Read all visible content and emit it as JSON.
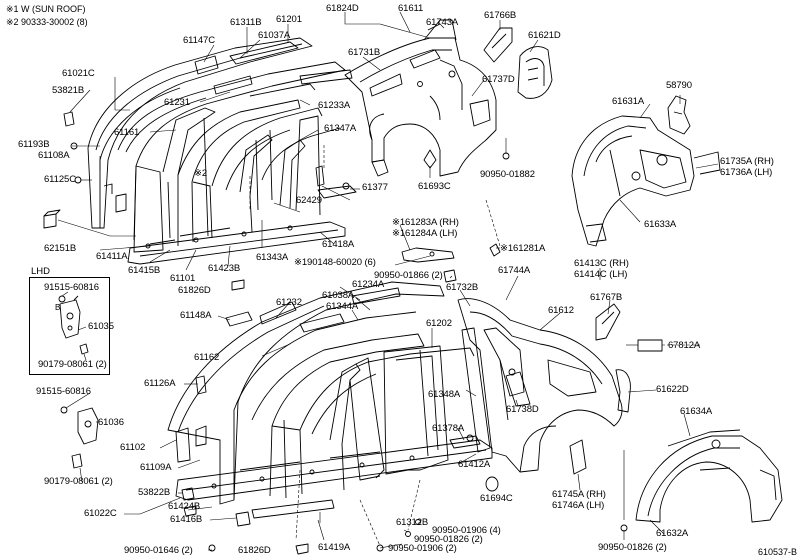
{
  "notes": {
    "n1": "※1  W (SUN ROOF)",
    "n2": "※2  90333-30002 (8)",
    "lhd": "LHD",
    "code": "610537-B"
  },
  "labels": [
    {
      "id": "l61201",
      "text": "61201"
    },
    {
      "id": "l61311B",
      "text": "61311B"
    },
    {
      "id": "l61037A",
      "text": "61037A"
    },
    {
      "id": "l61147C",
      "text": "61147C"
    },
    {
      "id": "l61021C",
      "text": "61021C"
    },
    {
      "id": "l53821B",
      "text": "53821B"
    },
    {
      "id": "l61231",
      "text": "61231"
    },
    {
      "id": "l61161",
      "text": "61161"
    },
    {
      "id": "l61193B",
      "text": "61193B"
    },
    {
      "id": "l61108A",
      "text": "61108A"
    },
    {
      "id": "l61125C",
      "text": "61125C"
    },
    {
      "id": "l62151B",
      "text": "62151B"
    },
    {
      "id": "l61411A",
      "text": "61411A"
    },
    {
      "id": "l61415B",
      "text": "61415B"
    },
    {
      "id": "l61101",
      "text": "61101"
    },
    {
      "id": "l61423B",
      "text": "61423B"
    },
    {
      "id": "l61343A",
      "text": "61343A"
    },
    {
      "id": "l61826D_a",
      "text": "61826D"
    },
    {
      "id": "l61824D",
      "text": "61824D"
    },
    {
      "id": "l61611",
      "text": "61611"
    },
    {
      "id": "l61743A",
      "text": "61743A"
    },
    {
      "id": "l61731B",
      "text": "61731B"
    },
    {
      "id": "l61233A",
      "text": "61233A"
    },
    {
      "id": "l61347A",
      "text": "61347A"
    },
    {
      "id": "l61737D",
      "text": "61737D"
    },
    {
      "id": "l61766B",
      "text": "61766B"
    },
    {
      "id": "l61621D",
      "text": "61621D"
    },
    {
      "id": "l58790",
      "text": "58790"
    },
    {
      "id": "l61631A",
      "text": "61631A"
    },
    {
      "id": "l61735A",
      "text": "61735A (RH)"
    },
    {
      "id": "l61736A",
      "text": "61736A (LH)"
    },
    {
      "id": "l90950_01882",
      "text": "90950-01882"
    },
    {
      "id": "l61693C",
      "text": "61693C"
    },
    {
      "id": "l61377",
      "text": "61377"
    },
    {
      "id": "l62429",
      "text": "62429"
    },
    {
      "id": "l61418A",
      "text": "61418A"
    },
    {
      "id": "l61633A",
      "text": "61633A"
    },
    {
      "id": "l161283A",
      "text": "※161283A (RH)"
    },
    {
      "id": "l161284A",
      "text": "※161284A (LH)"
    },
    {
      "id": "l161281A",
      "text": "※161281A"
    },
    {
      "id": "l190148",
      "text": "※190148-60020 (6)"
    },
    {
      "id": "l90950_01866",
      "text": "90950-01866 (2)"
    },
    {
      "id": "l61744A",
      "text": "61744A"
    },
    {
      "id": "l61413C",
      "text": "61413C (RH)"
    },
    {
      "id": "l61414C",
      "text": "61414C (LH)"
    },
    {
      "id": "l61234A",
      "text": "61234A"
    },
    {
      "id": "l61038A",
      "text": "61038A"
    },
    {
      "id": "l61732B",
      "text": "61732B"
    },
    {
      "id": "l61232",
      "text": "61232"
    },
    {
      "id": "l61344A",
      "text": "61344A"
    },
    {
      "id": "l61148A",
      "text": "61148A"
    },
    {
      "id": "l61202",
      "text": "61202"
    },
    {
      "id": "l61612",
      "text": "61612"
    },
    {
      "id": "l61767B",
      "text": "61767B"
    },
    {
      "id": "l67812A",
      "text": "67812A"
    },
    {
      "id": "l91515_60816_a",
      "text": "91515-60816"
    },
    {
      "id": "l61035",
      "text": "61035"
    },
    {
      "id": "l90179_08061_a",
      "text": "90179-08061 (2)"
    },
    {
      "id": "l61162",
      "text": "61162"
    },
    {
      "id": "l61126A",
      "text": "61126A"
    },
    {
      "id": "l91515_60816_b",
      "text": "91515-60816"
    },
    {
      "id": "l61036",
      "text": "61036"
    },
    {
      "id": "l61348A",
      "text": "61348A"
    },
    {
      "id": "l61738D",
      "text": "61738D"
    },
    {
      "id": "l61622D",
      "text": "61622D"
    },
    {
      "id": "l61634A",
      "text": "61634A"
    },
    {
      "id": "l61378A",
      "text": "61378A"
    },
    {
      "id": "l61102",
      "text": "61102"
    },
    {
      "id": "l61109A",
      "text": "61109A"
    },
    {
      "id": "l61412A",
      "text": "61412A"
    },
    {
      "id": "l90179_08061_b",
      "text": "90179-08061 (2)"
    },
    {
      "id": "l53822B",
      "text": "53822B"
    },
    {
      "id": "l61424B",
      "text": "61424B"
    },
    {
      "id": "l61694C",
      "text": "61694C"
    },
    {
      "id": "l61745A",
      "text": "61745A (RH)"
    },
    {
      "id": "l61746A",
      "text": "61746A (LH)"
    },
    {
      "id": "l61022C",
      "text": "61022C"
    },
    {
      "id": "l61416B",
      "text": "61416B"
    },
    {
      "id": "l61312B",
      "text": "61312B"
    },
    {
      "id": "l90950_01906_4",
      "text": "90950-01906 (4)"
    },
    {
      "id": "l90950_01826_2a",
      "text": "90950-01826 (2)"
    },
    {
      "id": "l90950_01906_2",
      "text": "90950-01906 (2)"
    },
    {
      "id": "l61632A",
      "text": "61632A"
    },
    {
      "id": "l90950_01646",
      "text": "90950-01646 (2)"
    },
    {
      "id": "l61826D_b",
      "text": "61826D"
    },
    {
      "id": "l61419A",
      "text": "61419A"
    },
    {
      "id": "l90950_01826_2b",
      "text": "90950-01826 (2)"
    },
    {
      "id": "lstar2",
      "text": "※2"
    },
    {
      "id": "lB",
      "text": "B"
    }
  ]
}
